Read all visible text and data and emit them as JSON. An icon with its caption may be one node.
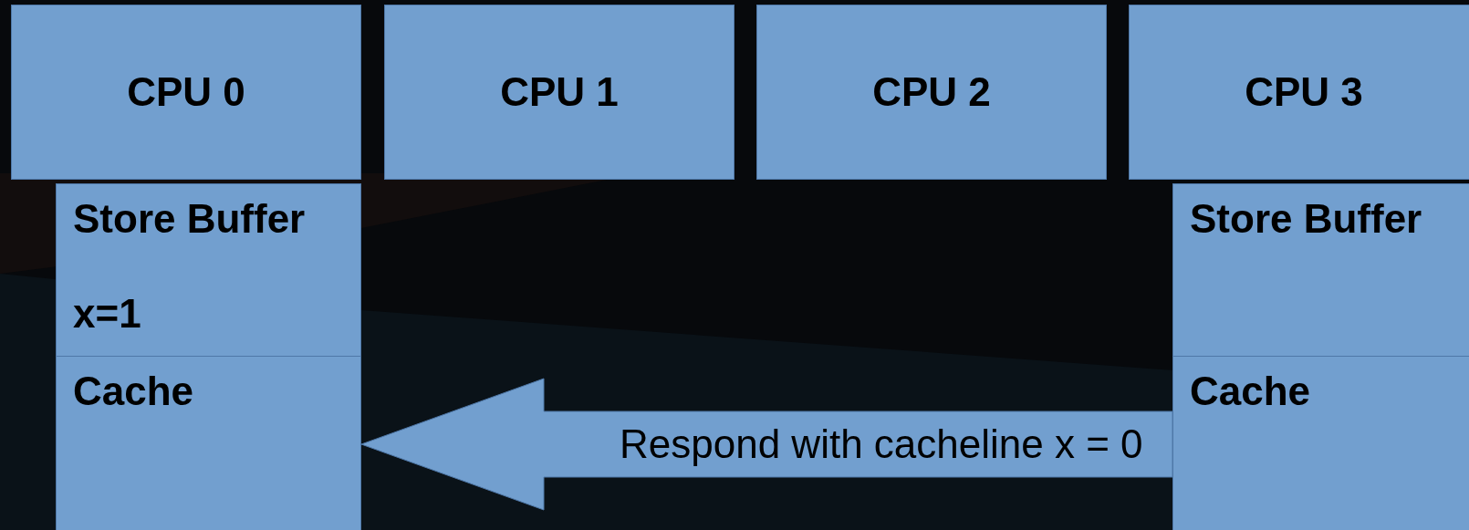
{
  "diagram": {
    "nodes": [
      {
        "text": [
          "CPU 0"
        ]
      },
      {
        "text": [
          "CPU 1"
        ]
      },
      {
        "text": [
          "CPU 2"
        ]
      },
      {
        "text": [
          "CPU 3"
        ]
      },
      {
        "text": [
          "Store Buffer",
          "x=1"
        ]
      },
      {
        "text": [
          "Cache"
        ]
      },
      {
        "text": [
          "Store Buffer"
        ]
      },
      {
        "text": [
          "Cache"
        ]
      }
    ],
    "edges": [
      {
        "from": 7,
        "to": 5,
        "arrow": "to",
        "label": "Respond with cacheline x = 0"
      }
    ]
  }
}
